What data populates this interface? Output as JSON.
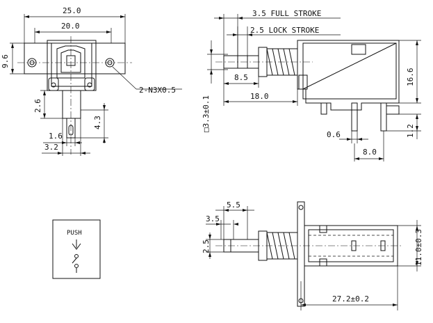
{
  "front_view": {
    "dim_width_overall": "25.0",
    "dim_width_body": "20.0",
    "dim_height_flange": "9.6",
    "dim_hole_callout": "2-N3X0.5",
    "dim_terminal_offset": "2.6",
    "dim_terminal_length": "4.3",
    "dim_pin_width": "1.6",
    "dim_pin_pitch": "3.2"
  },
  "side_view": {
    "dim_full_stroke": "3.5 FULL STROKE",
    "dim_lock_stroke": "2.5 LOCK STROKE",
    "dim_plunger_square": "□3.3±0.1",
    "dim_plunger_length": "8.5",
    "dim_body_length": "18.0",
    "dim_height": "16.6",
    "dim_pin_thickness": "0.6",
    "dim_pin_spacing": "8.0",
    "dim_pin_offset": "1.2"
  },
  "symbol": {
    "label": "PUSH"
  },
  "top_view": {
    "dim_plunger_top": "5.5",
    "dim_plunger_stroke": "3.5",
    "dim_plunger_width": "2.5",
    "dim_body_length": "27.2±0.2",
    "dim_body_width": "11.0±0.3"
  }
}
